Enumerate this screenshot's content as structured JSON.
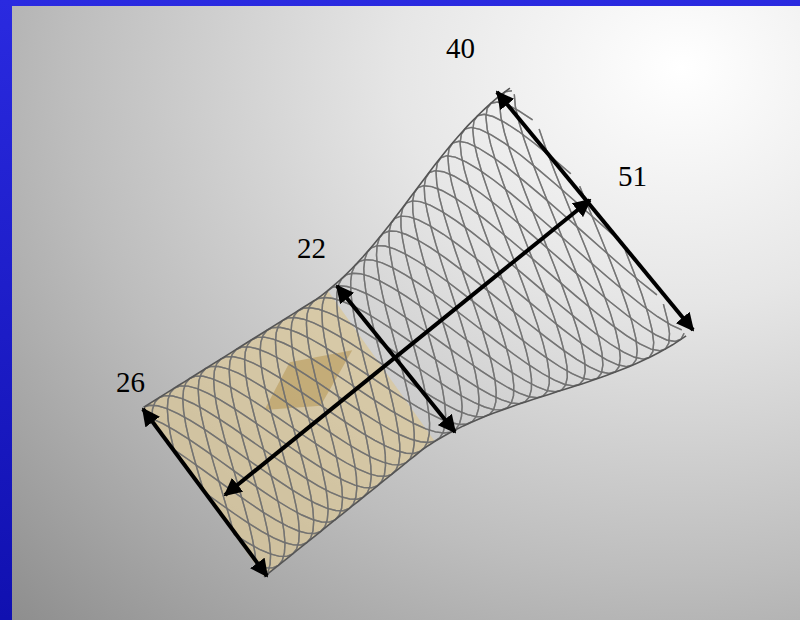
{
  "diagram": {
    "labels": [
      "40",
      "51",
      "22",
      "26"
    ]
  }
}
